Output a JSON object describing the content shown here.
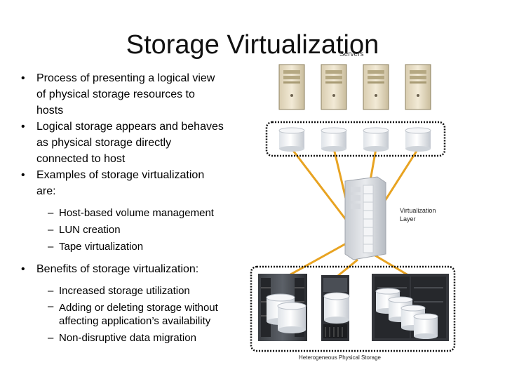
{
  "slide": {
    "title": "Storage Virtualization",
    "servers_label": "Servers",
    "virtualization_label_line1": "Virtualization",
    "virtualization_label_line2": "Layer",
    "physical_label": "Heterogeneous Physical Storage"
  },
  "bullets": [
    {
      "lines": [
        "Process of presenting a logical view",
        "of physical storage resources to",
        "hosts"
      ]
    },
    {
      "lines": [
        "Logical storage appears and behaves",
        "as physical storage directly",
        "connected to host"
      ]
    },
    {
      "lines": [
        "Examples of storage virtualization",
        "are:"
      ]
    }
  ],
  "examples": [
    "Host-based volume management",
    "LUN creation",
    "Tape virtualization"
  ],
  "benefits_heading": "Benefits of storage virtualization:",
  "benefits": [
    {
      "lines": [
        "Increased storage utilization"
      ]
    },
    {
      "lines": [
        "Adding or deleting storage without",
        "affecting application’s availability"
      ]
    },
    {
      "lines": [
        "Non-disruptive data migration"
      ]
    }
  ],
  "colors": {
    "connector": "#e8a321",
    "dotted_border": "#111111"
  }
}
